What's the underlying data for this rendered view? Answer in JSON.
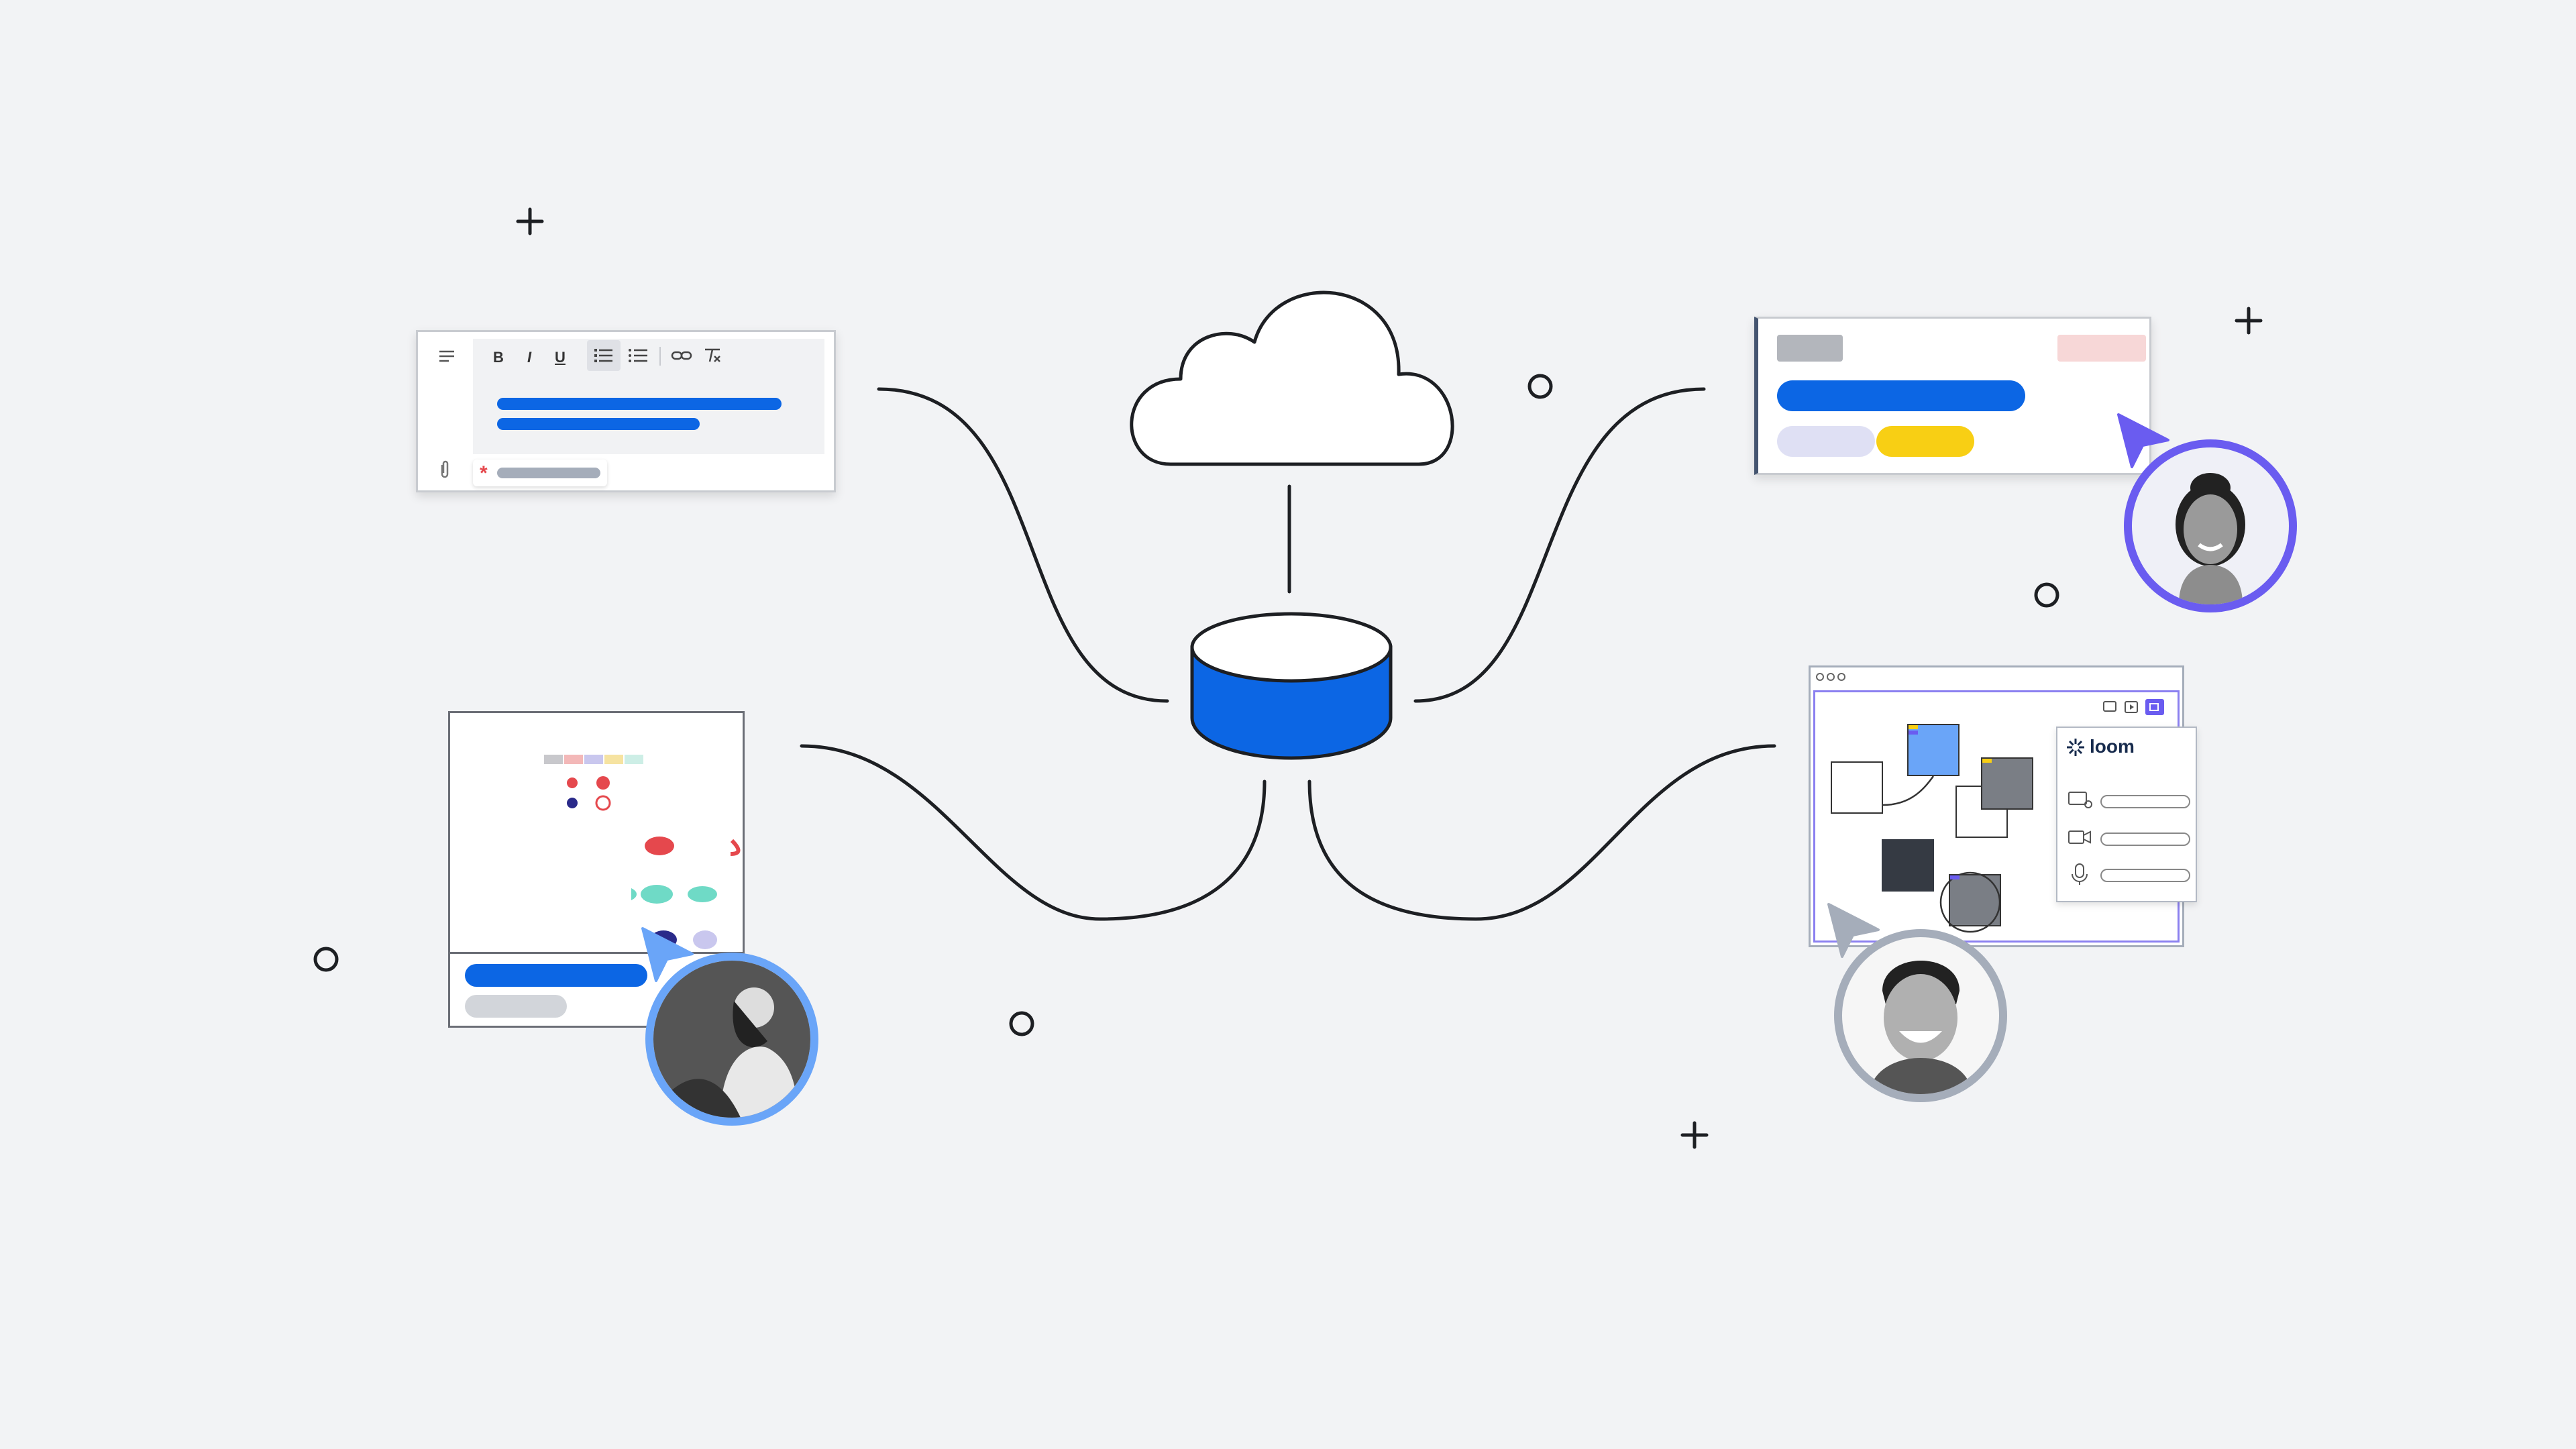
{
  "loom": {
    "label": "loom"
  },
  "editor": {
    "toolbar": [
      "B",
      "I",
      "U"
    ]
  },
  "colors": {
    "background": "#f2f3f5",
    "primary_blue": "#0c66e4",
    "light_blue": "#6aa5f8",
    "purple": "#6a5cf0",
    "yellow": "#f8cf14",
    "red": "#e5484d",
    "teal": "#6fdac6",
    "navy": "#2a2a8a",
    "line": "#1d1f23"
  },
  "icons": [
    "cloud-icon",
    "database-icon",
    "plus-icon",
    "circle-icon",
    "cursor-icon",
    "loom-icon",
    "paperclip-icon",
    "link-icon"
  ]
}
